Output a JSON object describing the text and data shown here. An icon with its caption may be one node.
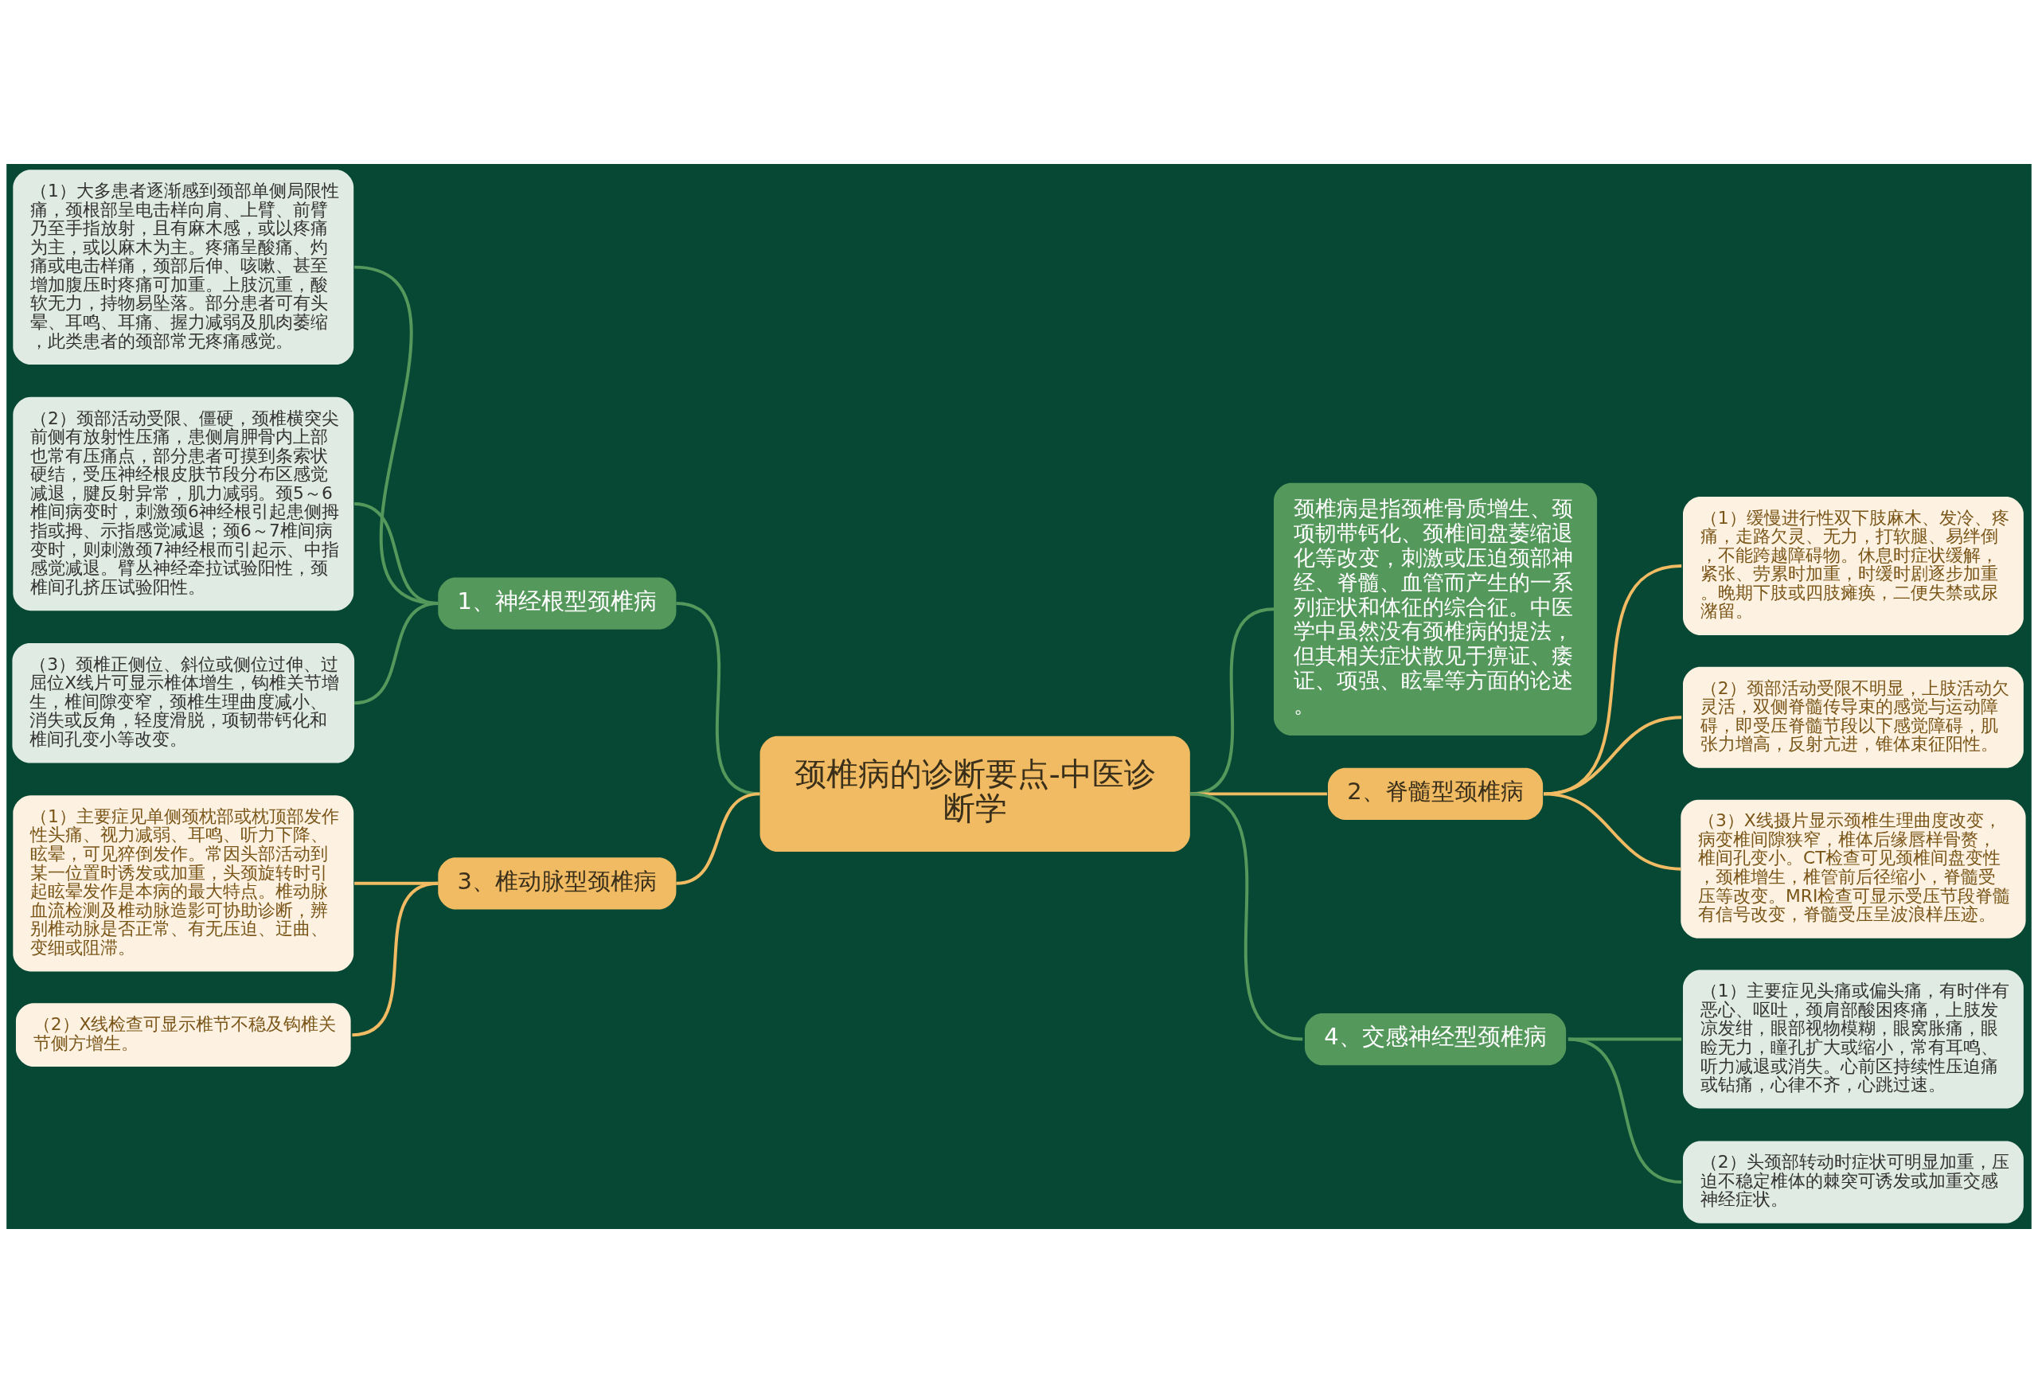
{
  "diagram": {
    "nodes": [
      {
        "text": [
          "颈椎病的诊断要点-中医诊断学"
        ]
      },
      {
        "text": [
          "1、神经根型颈椎病"
        ]
      },
      {
        "text": [
          "（1）大多患者逐渐感到颈部单侧局限性痛，颈根部呈电击样向肩、上臂、前臂乃至手指放射，且有麻木感，或以疼痛为主，或以麻木为主。疼痛呈酸痛、灼痛或电击样痛，颈部后伸、咳嗽、甚至增加腹压时疼痛可加重。上肢沉重，酸软无力，持物易坠落。部分患者可有头晕、耳鸣、耳痛、握力减弱及肌肉萎缩，此类患者的颈部常无疼痛感觉。"
        ]
      },
      {
        "text": [
          "（2）颈部活动受限、僵硬，颈椎横突尖前侧有放射性压痛，患侧肩胛骨内上部也常有压痛点，部分患者可摸到条索状硬结，受压神经根皮肤节段分布区感觉减退，腱反射异常，肌力减弱。颈5～6椎间病变时，刺激颈6神经根引起患侧拇指或拇、示指感觉减退；颈6～7椎间病变时，则刺激颈7神经根而引起示、中指感觉减退。臂丛神经牵拉试验阳性，颈椎间孔挤压试验阳性。"
        ]
      },
      {
        "text": [
          "（3）颈椎正侧位、斜位或侧位过伸、过屈位X线片可显示椎体增生，钩椎关节增生，椎间隙变窄，颈椎生理曲度减小、消失或反角，轻度滑脱，项韧带钙化和椎间孔变小等改变。"
        ]
      },
      {
        "text": [
          "3、椎动脉型颈椎病"
        ]
      },
      {
        "text": [
          "（1）主要症见单侧颈枕部或枕顶部发作性头痛、视力减弱、耳鸣、听力下降、眩晕，可见猝倒发作。常因头部活动到某一位置时诱发或加重，头颈旋转时引起眩晕发作是本病的最大特点。椎动脉血流检测及椎动脉造影可协助诊断，辨别椎动脉是否正常、有无压迫、迂曲、变细或阻滞。"
        ]
      },
      {
        "text": [
          "（2）X线检查可显示椎节不稳及钩椎关节侧方增生。"
        ]
      },
      {
        "text": [
          "颈椎病是指颈椎骨质增生、颈项韧带钙化、颈椎间盘萎缩退化等改变，刺激或压迫颈部神经、脊髓、血管而产生的一系列症状和体征的综合征。中医学中虽然没有颈椎病的提法，但其相关症状散见于痹证、痿证、项强、眩晕等方面的论述。"
        ]
      },
      {
        "text": [
          "2、脊髓型颈椎病"
        ]
      },
      {
        "text": [
          "（1）缓慢进行性双下肢麻木、发冷、疼痛，走路欠灵、无力，打软腿、易绊倒，不能跨越障碍物。休息时症状缓解，紧张、劳累时加重，时缓时剧逐步加重。晚期下肢或四肢瘫痪，二便失禁或尿潴留。"
        ]
      },
      {
        "text": [
          "（2）颈部活动受限不明显，上肢活动欠灵活，双侧脊髓传导束的感觉与运动障碍，即受压脊髓节段以下感觉障碍，肌张力增高，反射亢进，锥体束征阳性。"
        ]
      },
      {
        "text": [
          "（3）X线摄片显示颈椎生理曲度改变，病变椎间隙狭窄，椎体后缘唇样骨赘，椎间孔变小。CT检查可见颈椎间盘变性，颈椎增生，椎管前后径缩小，脊髓受压等改变。MRI检查可显示受压节段脊髓有信号改变，脊髓受压呈波浪样压迹。"
        ]
      },
      {
        "text": [
          "4、交感神经型颈椎病"
        ]
      },
      {
        "text": [
          "（1）主要症见头痛或偏头痛，有时伴有恶心、呕吐，颈肩部酸困疼痛，上肢发凉发绀，眼部视物模糊，眼窝胀痛，眼睑无力，瞳孔扩大或缩小，常有耳鸣、听力减退或消失。心前区持续性压迫痛或钻痛，心律不齐，心跳过速。"
        ]
      },
      {
        "text": [
          "（2）头颈部转动时症状可明显加重，压迫不稳定椎体的棘突可诱发或加重交感神经症状。"
        ]
      }
    ],
    "edges": [
      {
        "from": 0,
        "to": 1,
        "arrow": "none"
      },
      {
        "from": 1,
        "to": 2,
        "arrow": "none"
      },
      {
        "from": 1,
        "to": 3,
        "arrow": "none"
      },
      {
        "from": 1,
        "to": 4,
        "arrow": "none"
      },
      {
        "from": 0,
        "to": 5,
        "arrow": "none",
        "color": "#f0bb62"
      },
      {
        "from": 5,
        "to": 6,
        "arrow": "none",
        "color": "#f0bb62"
      },
      {
        "from": 5,
        "to": 7,
        "arrow": "none",
        "color": "#f0bb62"
      },
      {
        "from": 0,
        "to": 8,
        "arrow": "none"
      },
      {
        "from": 0,
        "to": 9,
        "arrow": "none",
        "color": "#f0bb62"
      },
      {
        "from": 9,
        "to": 10,
        "arrow": "none",
        "color": "#f0bb62"
      },
      {
        "from": 9,
        "to": 11,
        "arrow": "none",
        "color": "#f0bb62"
      },
      {
        "from": 9,
        "to": 12,
        "arrow": "none",
        "color": "#f0bb62"
      },
      {
        "from": 0,
        "to": 13,
        "arrow": "none"
      },
      {
        "from": 13,
        "to": 14,
        "arrow": "none"
      },
      {
        "from": 13,
        "to": 15,
        "arrow": "none"
      }
    ]
  }
}
